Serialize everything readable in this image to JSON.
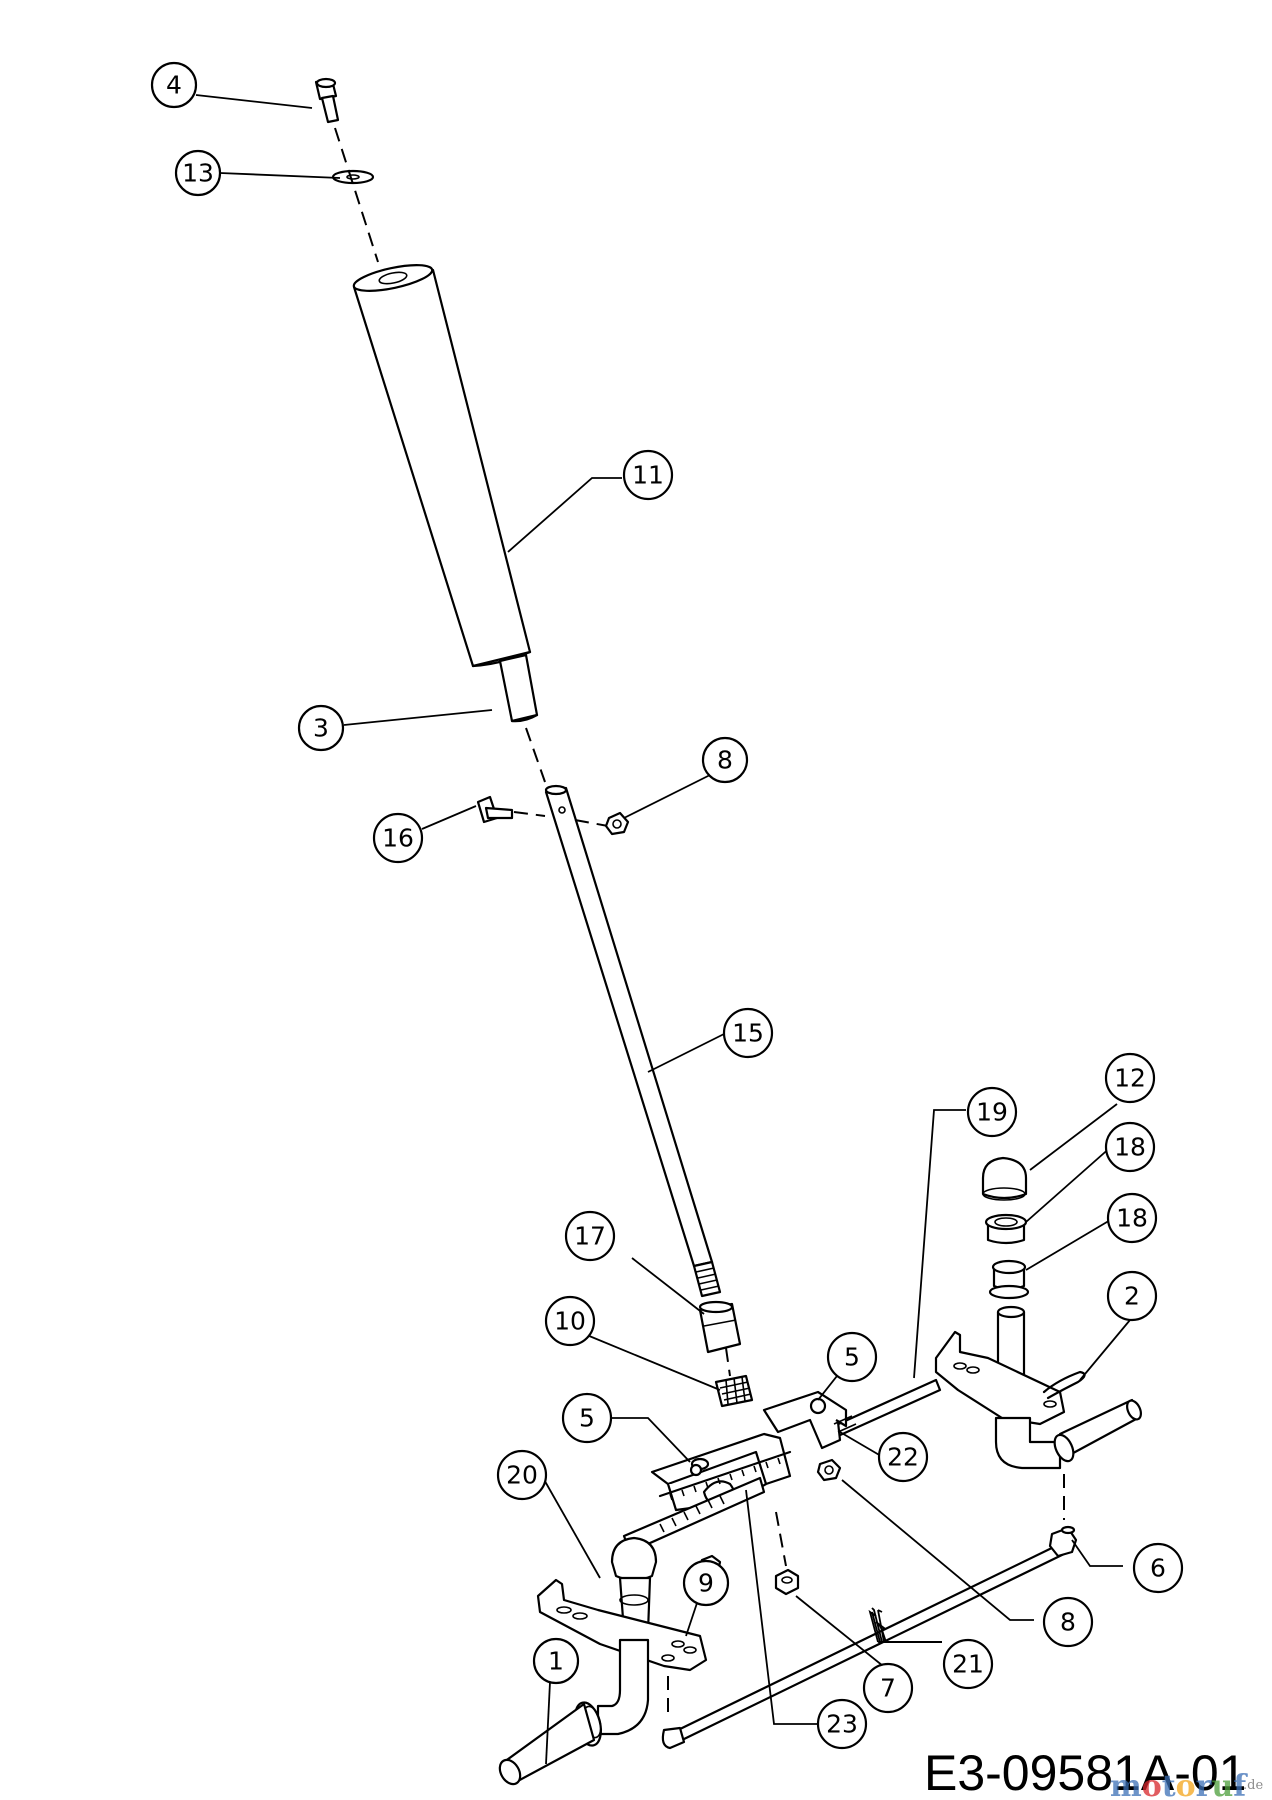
{
  "diagram": {
    "drawing_number": "E3-09581A-01",
    "watermark": {
      "text": "motoruf",
      "suffix": ".de"
    },
    "callouts": [
      {
        "id": "c4",
        "label": "4"
      },
      {
        "id": "c13",
        "label": "13"
      },
      {
        "id": "c11",
        "label": "11"
      },
      {
        "id": "c3",
        "label": "3"
      },
      {
        "id": "c8a",
        "label": "8"
      },
      {
        "id": "c16",
        "label": "16"
      },
      {
        "id": "c15",
        "label": "15"
      },
      {
        "id": "c12",
        "label": "12"
      },
      {
        "id": "c19",
        "label": "19"
      },
      {
        "id": "c18a",
        "label": "18"
      },
      {
        "id": "c18b",
        "label": "18"
      },
      {
        "id": "c17",
        "label": "17"
      },
      {
        "id": "c2",
        "label": "2"
      },
      {
        "id": "c10",
        "label": "10"
      },
      {
        "id": "c5a",
        "label": "5"
      },
      {
        "id": "c5b",
        "label": "5"
      },
      {
        "id": "c22",
        "label": "22"
      },
      {
        "id": "c20",
        "label": "20"
      },
      {
        "id": "c9",
        "label": "9"
      },
      {
        "id": "c6",
        "label": "6"
      },
      {
        "id": "c8b",
        "label": "8"
      },
      {
        "id": "c1",
        "label": "1"
      },
      {
        "id": "c7",
        "label": "7"
      },
      {
        "id": "c21",
        "label": "21"
      },
      {
        "id": "c23",
        "label": "23"
      }
    ]
  }
}
